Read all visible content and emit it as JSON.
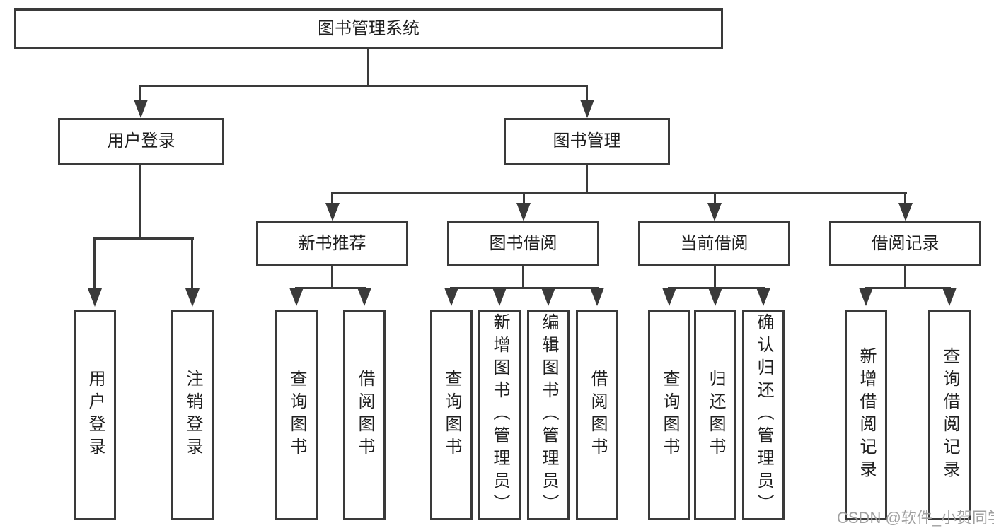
{
  "diagram": {
    "root": "图书管理系统",
    "l2": [
      "用户登录",
      "图书管理"
    ],
    "l3": [
      "新书推荐",
      "图书借阅",
      "当前借阅",
      "借阅记录"
    ],
    "l4": [
      "用户登录",
      "注销登录",
      "查询图书",
      "借阅图书",
      "查询图书",
      "新增图书（管理员）",
      "编辑图书（管理员）",
      "借阅图书",
      "查询图书",
      "归还图书",
      "确认归还（管理员）",
      "新增借阅记录",
      "查询借阅记录"
    ],
    "hierarchy": {
      "图书管理系统": {
        "用户登录": [
          "用户登录",
          "注销登录"
        ],
        "图书管理": {
          "新书推荐": [
            "查询图书",
            "借阅图书"
          ],
          "图书借阅": [
            "查询图书",
            "新增图书（管理员）",
            "编辑图书（管理员）",
            "借阅图书"
          ],
          "当前借阅": [
            "查询图书",
            "归还图书",
            "确认归还（管理员）"
          ],
          "借阅记录": [
            "新增借阅记录",
            "查询借阅记录"
          ]
        }
      }
    }
  },
  "watermark": "CSDN @软件_小贺同学",
  "colors": {
    "line": "#3a3a3a",
    "text": "#1f1f1f",
    "box_background": "#ffffff",
    "watermark": "#a0a0a0",
    "background": "#ffffff"
  }
}
